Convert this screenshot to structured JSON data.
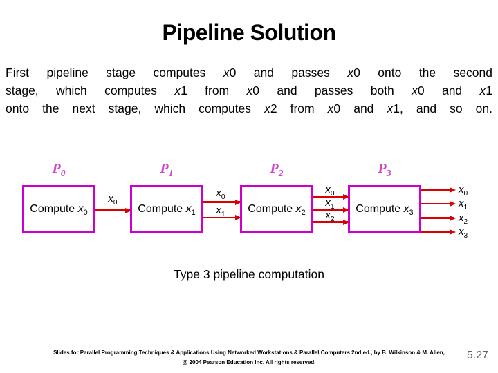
{
  "slide": {
    "title": "Pipeline Solution",
    "body_lines": [
      [
        {
          "t": "First pipeline stage computes "
        },
        {
          "t": "x",
          "i": 1
        },
        {
          "t": "0 and passes "
        },
        {
          "t": "x",
          "i": 1
        },
        {
          "t": "0 onto the second"
        }
      ],
      [
        {
          "t": "stage, which computes "
        },
        {
          "t": "x",
          "i": 1
        },
        {
          "t": "1 from "
        },
        {
          "t": "x",
          "i": 1
        },
        {
          "t": "0 and passes both "
        },
        {
          "t": "x",
          "i": 1
        },
        {
          "t": "0 and "
        },
        {
          "t": "x",
          "i": 1
        },
        {
          "t": "1"
        }
      ],
      [
        {
          "t": "onto the next stage, which computes "
        },
        {
          "t": "x",
          "i": 1
        },
        {
          "t": "2 from "
        },
        {
          "t": "x",
          "i": 1
        },
        {
          "t": "0 and "
        },
        {
          "t": "x",
          "i": 1
        },
        {
          "t": "1, and so on."
        }
      ]
    ],
    "caption": "Type 3 pipeline computation",
    "footer": {
      "line1": "Slides for Parallel Programming Techniques & Applications Using Networked Workstations & Parallel Computers 2nd ed., by B. Wilkinson & M. Allen,",
      "line2": "@ 2004 Pearson Education Inc. All rights reserved."
    },
    "page_number": "5.27"
  },
  "diagram": {
    "stages": [
      {
        "proc": [
          {
            "t": "P",
            "i": 1
          },
          {
            "t": "0",
            "sub": 1
          }
        ],
        "label": [
          {
            "t": "Compute "
          },
          {
            "t": "x",
            "i": 1
          },
          {
            "t": "0",
            "sub": 1
          }
        ]
      },
      {
        "proc": [
          {
            "t": "P",
            "i": 1
          },
          {
            "t": "1",
            "sub": 1
          }
        ],
        "label": [
          {
            "t": "Compute "
          },
          {
            "t": "x",
            "i": 1
          },
          {
            "t": "1",
            "sub": 1
          }
        ]
      },
      {
        "proc": [
          {
            "t": "P",
            "i": 1
          },
          {
            "t": "2",
            "sub": 1
          }
        ],
        "label": [
          {
            "t": "Compute "
          },
          {
            "t": "x",
            "i": 1
          },
          {
            "t": "2",
            "sub": 1
          }
        ]
      },
      {
        "proc": [
          {
            "t": "P",
            "i": 1
          },
          {
            "t": "3",
            "sub": 1
          }
        ],
        "label": [
          {
            "t": "Compute "
          },
          {
            "t": "x",
            "i": 1
          },
          {
            "t": "3",
            "sub": 1
          }
        ]
      }
    ],
    "signals": {
      "x0": [
        {
          "t": "x",
          "i": 1
        },
        {
          "t": "0",
          "sub": 1
        }
      ],
      "x1": [
        {
          "t": "x",
          "i": 1
        },
        {
          "t": "1",
          "sub": 1
        }
      ],
      "x2": [
        {
          "t": "x",
          "i": 1
        },
        {
          "t": "2",
          "sub": 1
        }
      ],
      "x3": [
        {
          "t": "x",
          "i": 1
        },
        {
          "t": "3",
          "sub": 1
        }
      ]
    }
  },
  "colors": {
    "box-border": "#cc00cc",
    "proc-label": "#cc44cc",
    "arrow": "#dc0000",
    "page-number": "#636363"
  }
}
